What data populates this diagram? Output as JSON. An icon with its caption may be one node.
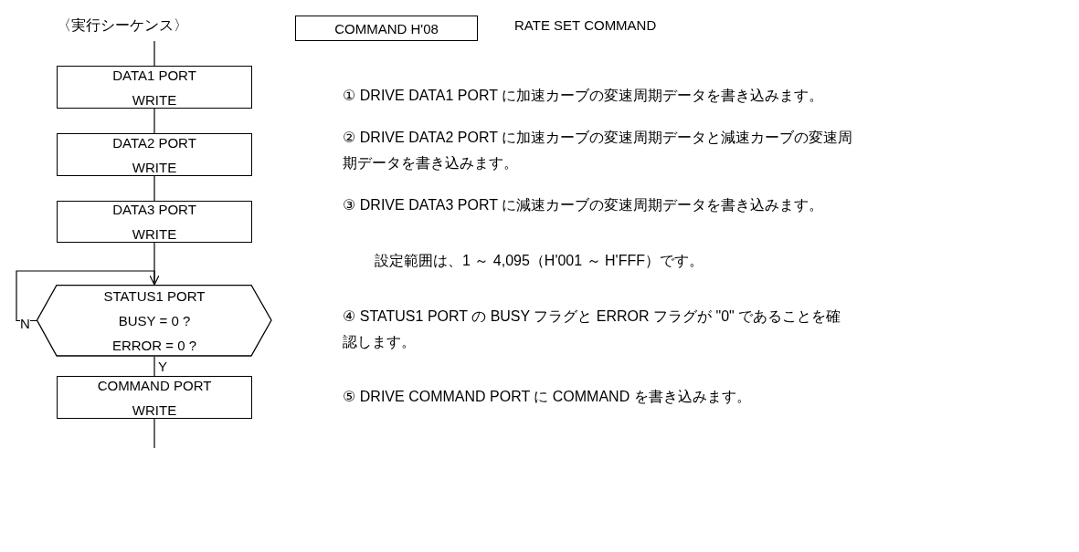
{
  "diagram": {
    "title": "〈実行シーケンス〉",
    "nodes": [
      {
        "text": [
          "COMMAND H'08"
        ],
        "beside": [
          "RATE SET COMMAND"
        ]
      },
      {
        "text": [
          "DATA1 PORT WRITE"
        ]
      },
      {
        "text": [
          "DATA2 PORT WRITE"
        ]
      },
      {
        "text": [
          "DATA3 PORT WRITE"
        ]
      },
      {
        "text": [
          "STATUS1 PORT BUSY = 0 ? ERROR = 0 ?"
        ]
      },
      {
        "text": [
          "COMMAND PORT WRITE"
        ]
      }
    ],
    "edges": [
      {
        "from": null,
        "to": 1,
        "arrow": "none"
      },
      {
        "from": 1,
        "to": 2,
        "arrow": "none"
      },
      {
        "from": 2,
        "to": 3,
        "arrow": "none"
      },
      {
        "from": 3,
        "to": 4,
        "arrow": "none"
      },
      {
        "from": 4,
        "to": 4,
        "arrow": "to",
        "label": "N"
      },
      {
        "from": 4,
        "to": 5,
        "arrow": "none",
        "label": "Y"
      },
      {
        "from": 5,
        "to": null,
        "arrow": "none"
      }
    ],
    "labels": [
      "① DRIVE DATA1 PORT に加速カーブの変速周期データを書き込みます。",
      "② DRIVE DATA2 PORT に加速カーブの変速周期データと減速カーブの変速周期データを書き込みます。",
      "③ DRIVE DATA3 PORT に減速カーブの変速周期データを書き込みます。",
      "設定範囲は、1 ～ 4,095（H'001 ～ H'FFF）です。",
      "④ STATUS1 PORT の BUSY フラグと ERROR フラグが \"0\" であることを確認します。",
      "⑤ DRIVE COMMAND PORT に COMMAND を書き込みます。"
    ]
  }
}
